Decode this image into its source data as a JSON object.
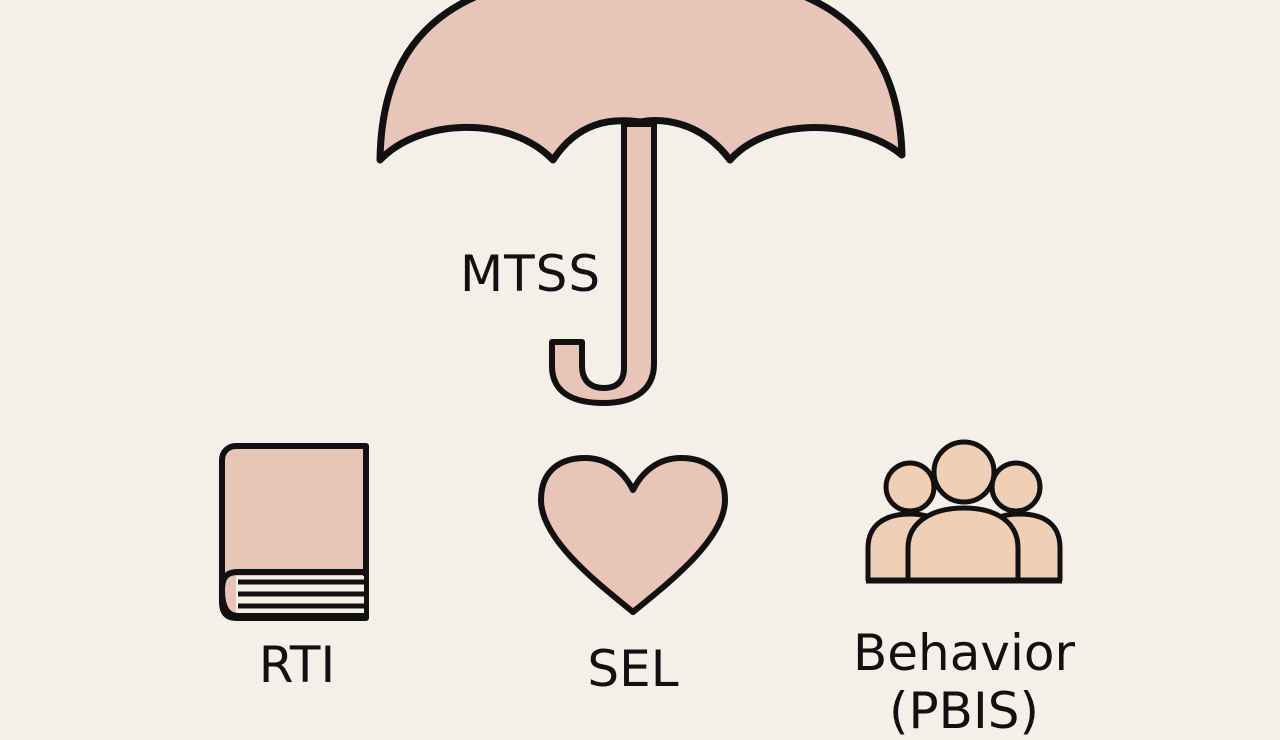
{
  "umbrella": {
    "label": "MTSS",
    "icon": "umbrella-icon"
  },
  "items": [
    {
      "label": "RTI",
      "icon": "book-icon"
    },
    {
      "label": "SEL",
      "icon": "heart-icon"
    },
    {
      "label_line1": "Behavior",
      "label_line2": "(PBIS)",
      "icon": "people-group-icon"
    }
  ],
  "colors": {
    "background": "#f5efea",
    "umbrella_fill": "#e9c4b8",
    "outline": "#111111",
    "people_fill": "#f0cfb4"
  }
}
